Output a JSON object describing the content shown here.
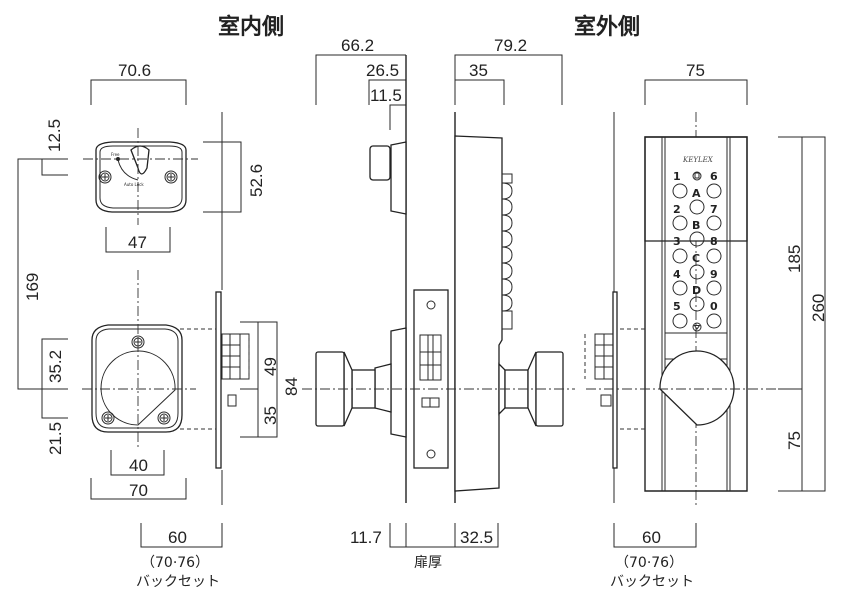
{
  "titles": {
    "indoor": "室内側",
    "outdoor": "室外側"
  },
  "indoor_view": {
    "thumbturn_width": "70.6",
    "thumbturn_offset": "12.5",
    "thumbturn_height": "52.6",
    "thumbturn_screw_pitch": "47",
    "thumbturn_label_free": "Free",
    "thumbturn_label_autolock": "Auto Lock",
    "center_distance": "169",
    "knob_upper": "35.2",
    "knob_lower": "21.5",
    "knob_screw_pitch": "40",
    "knob_width": "70",
    "latch_height": "49",
    "latch_lower": "35",
    "faceplate_total": "84",
    "backset": "60",
    "backset_alt": "（70·76）",
    "backset_label": "バックセット"
  },
  "side_view": {
    "indoor_depth": "66.2",
    "thumbturn_depth": "26.5",
    "thumbturn_base": "11.5",
    "outdoor_depth": "79.2",
    "keypad_depth": "35",
    "indoor_thickness": "11.7",
    "outdoor_thickness": "32.5",
    "door_thickness_label": "扉厚"
  },
  "outdoor_view": {
    "width": "75",
    "brand": "KEYLEX",
    "upper_height": "185",
    "total_height": "260",
    "lower_height": "75",
    "keys_left": [
      "1",
      "2",
      "3",
      "4",
      "5"
    ],
    "keys_right": [
      "6",
      "7",
      "8",
      "9",
      "0"
    ],
    "keys_center": [
      "A",
      "B",
      "C",
      "D"
    ],
    "backset": "60",
    "backset_alt": "（70·76）",
    "backset_label": "バックセット"
  }
}
